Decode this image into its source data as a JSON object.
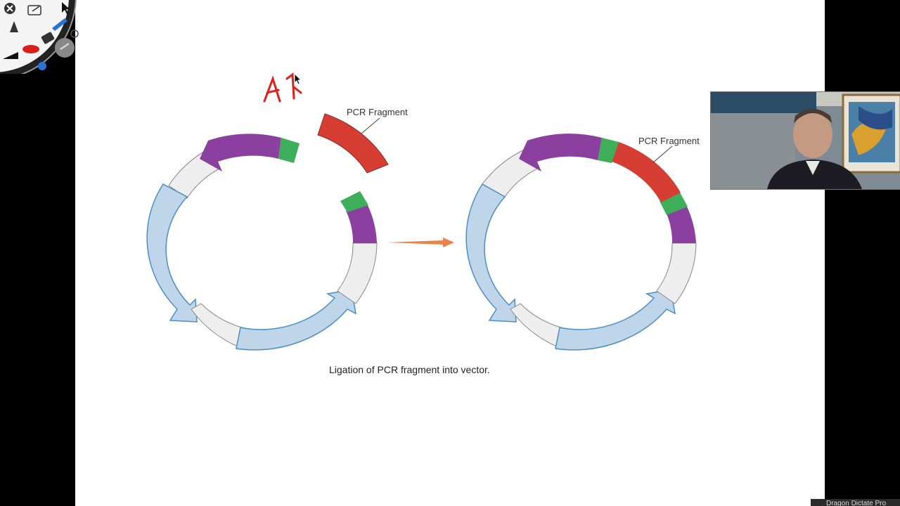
{
  "diagram": {
    "fragment_label_left": "PCR Fragment",
    "fragment_label_right": "PCR Fragment",
    "caption": "Ligation of PCR fragment into vector.",
    "annotation": "A1"
  },
  "colors": {
    "blue_fill": "#bfd5ea",
    "blue_stroke": "#4a8fc2",
    "purple": "#8b3f9e",
    "green": "#3fae5a",
    "red": "#d63d33",
    "gray_fill": "#eeeeee",
    "orange_arrow": "#e8834a",
    "ink_red": "#e0201a"
  },
  "status_bar": {
    "text": "Dragon Dictate Pro"
  },
  "toolbar": {
    "close": "×",
    "share": "share",
    "pointer": "pointer",
    "pen": "pen",
    "eraser": "eraser",
    "undo": "undo",
    "settings": "settings"
  }
}
